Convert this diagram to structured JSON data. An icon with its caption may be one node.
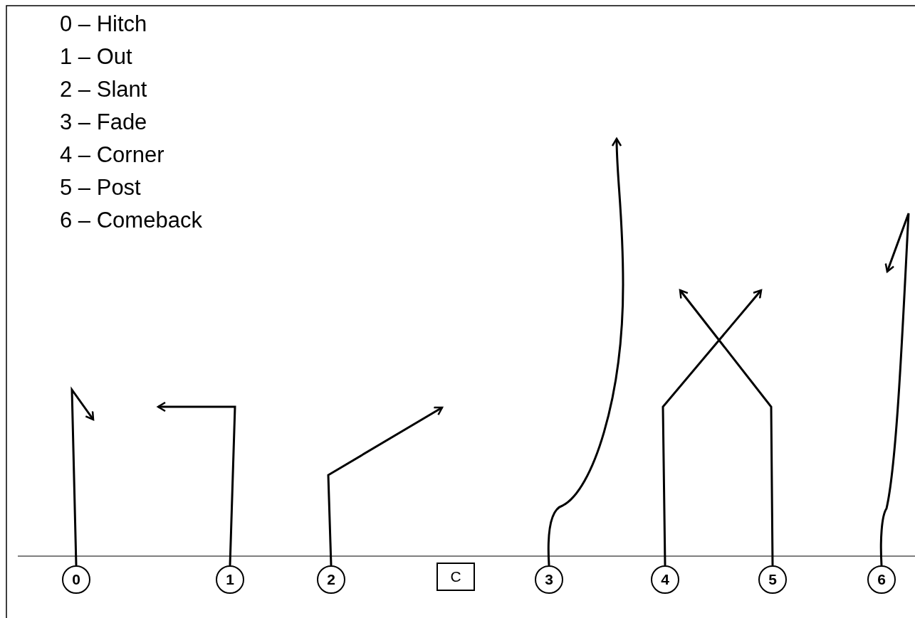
{
  "diagram": {
    "nodes": [
      {
        "text": [
          "0"
        ]
      },
      {
        "text": [
          "1"
        ]
      },
      {
        "text": [
          "2"
        ]
      },
      {
        "text": [
          "C"
        ]
      },
      {
        "text": [
          "3"
        ]
      },
      {
        "text": [
          "4"
        ]
      },
      {
        "text": [
          "5"
        ]
      },
      {
        "text": [
          "6"
        ]
      }
    ],
    "edges": [
      {
        "from": 0,
        "to": null,
        "arrow": "to"
      },
      {
        "from": 1,
        "to": null,
        "arrow": "to"
      },
      {
        "from": 2,
        "to": null,
        "arrow": "to"
      },
      {
        "from": 4,
        "to": null,
        "arrow": "to"
      },
      {
        "from": 5,
        "to": null,
        "arrow": "to"
      },
      {
        "from": 6,
        "to": null,
        "arrow": "to"
      },
      {
        "from": 7,
        "to": null,
        "arrow": "to"
      }
    ],
    "labels": [
      "0 – Hitch",
      "1 – Out",
      "2 – Slant",
      "3 – Fade",
      "4 – Corner",
      "5 – Post",
      "6 – Comeback"
    ]
  }
}
